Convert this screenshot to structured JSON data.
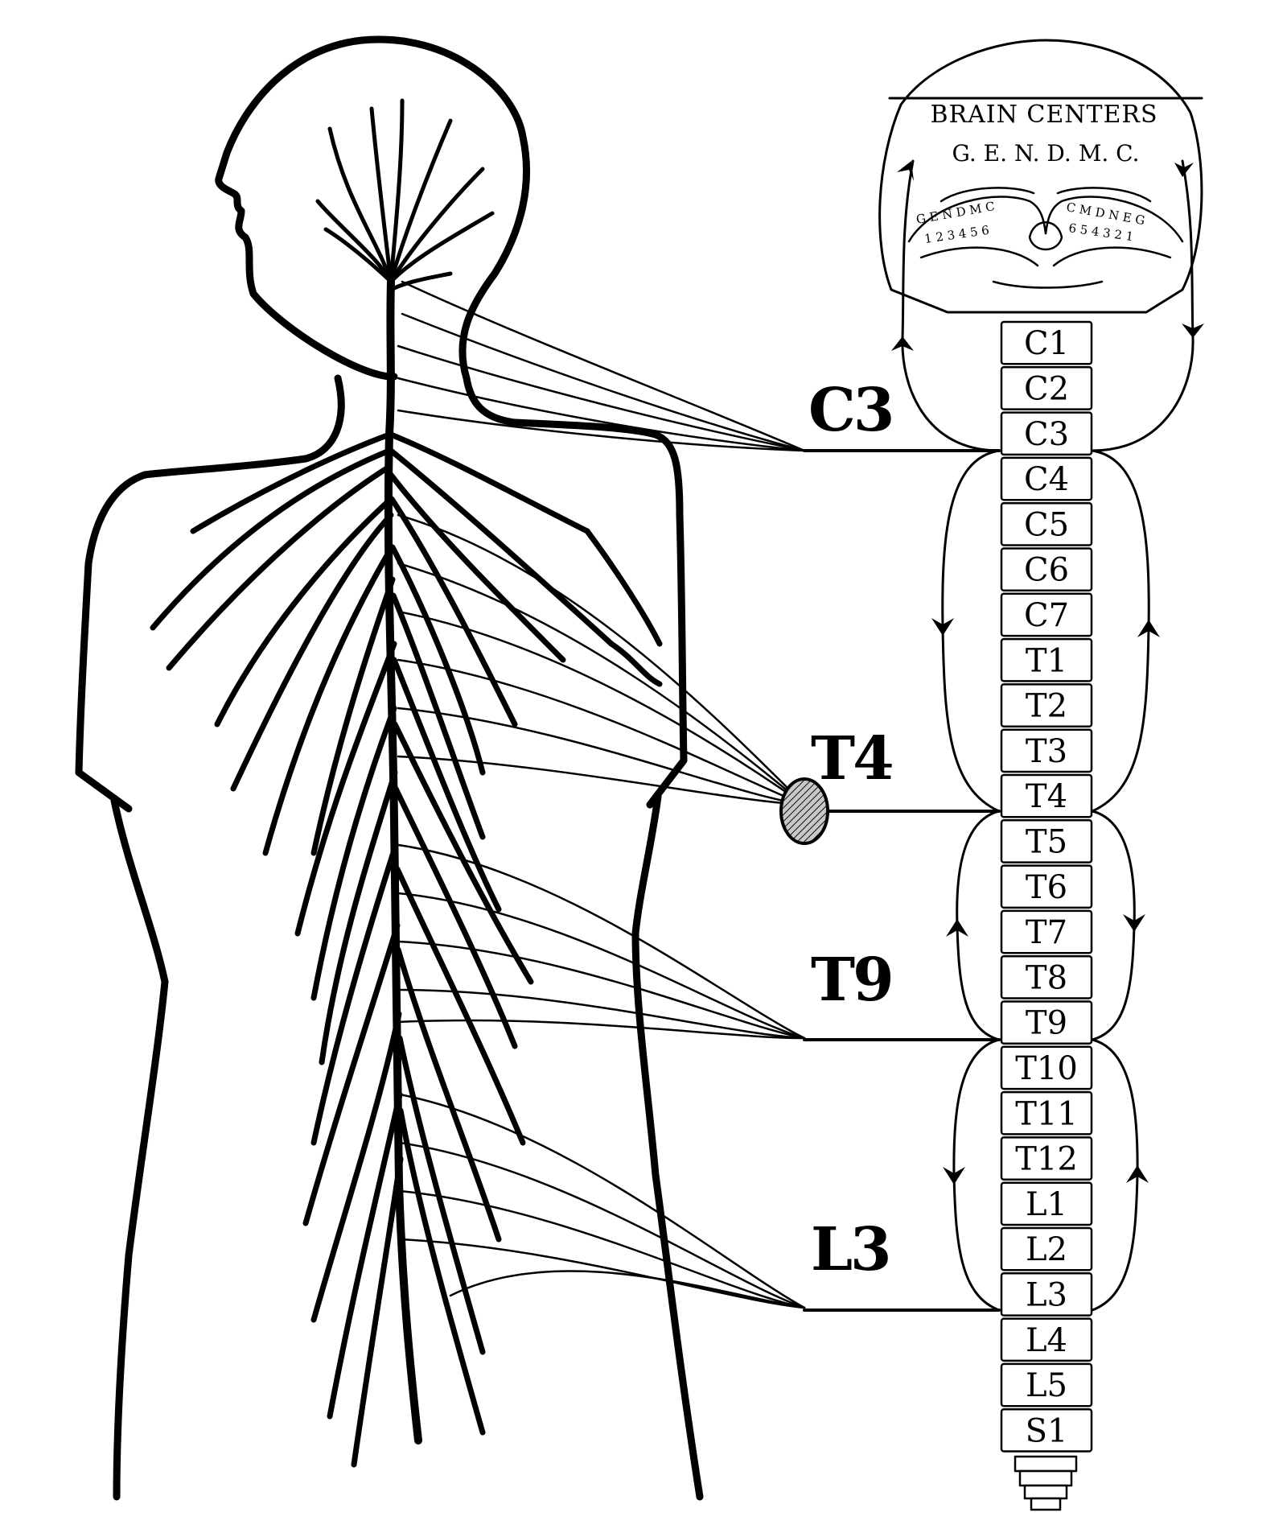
{
  "brain": {
    "title": "BRAIN CENTERS",
    "subtitle": "G. E. N. D. M. C.",
    "left_hemisphere_letters": "G E N D M C",
    "left_hemisphere_numbers": "1 2 3 4 5 6",
    "right_hemisphere_letters": "C M D N E G",
    "right_hemisphere_numbers": "6 5 4 3 2 1"
  },
  "vertebrae": [
    "C1",
    "C2",
    "C3",
    "C4",
    "C5",
    "C6",
    "C7",
    "T1",
    "T2",
    "T3",
    "T4",
    "T5",
    "T6",
    "T7",
    "T8",
    "T9",
    "T10",
    "T11",
    "T12",
    "L1",
    "L2",
    "L3",
    "L4",
    "L5",
    "S1"
  ],
  "level_labels": {
    "c3": "C3",
    "t4": "T4",
    "t9": "T9",
    "l3": "L3"
  },
  "colors": {
    "ink": "#000000",
    "background": "#ffffff",
    "marker_fill": "#7a7a7a"
  }
}
